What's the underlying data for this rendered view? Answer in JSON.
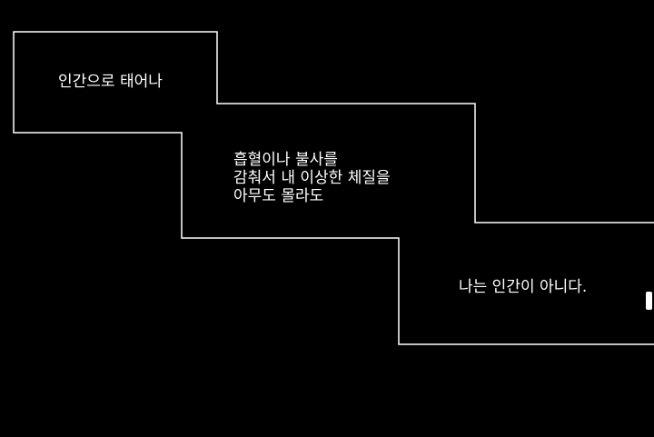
{
  "captions": {
    "first": "인간으로 태어나",
    "second": {
      "lines": [
        "흡혈이나 불사를",
        "감춰서 내 이상한 체질을",
        "아무도 몰라도"
      ]
    },
    "third": "나는 인간이 아니다."
  },
  "colors": {
    "background": "#000000",
    "text": "#ffffff",
    "outline": "#ffffff"
  }
}
